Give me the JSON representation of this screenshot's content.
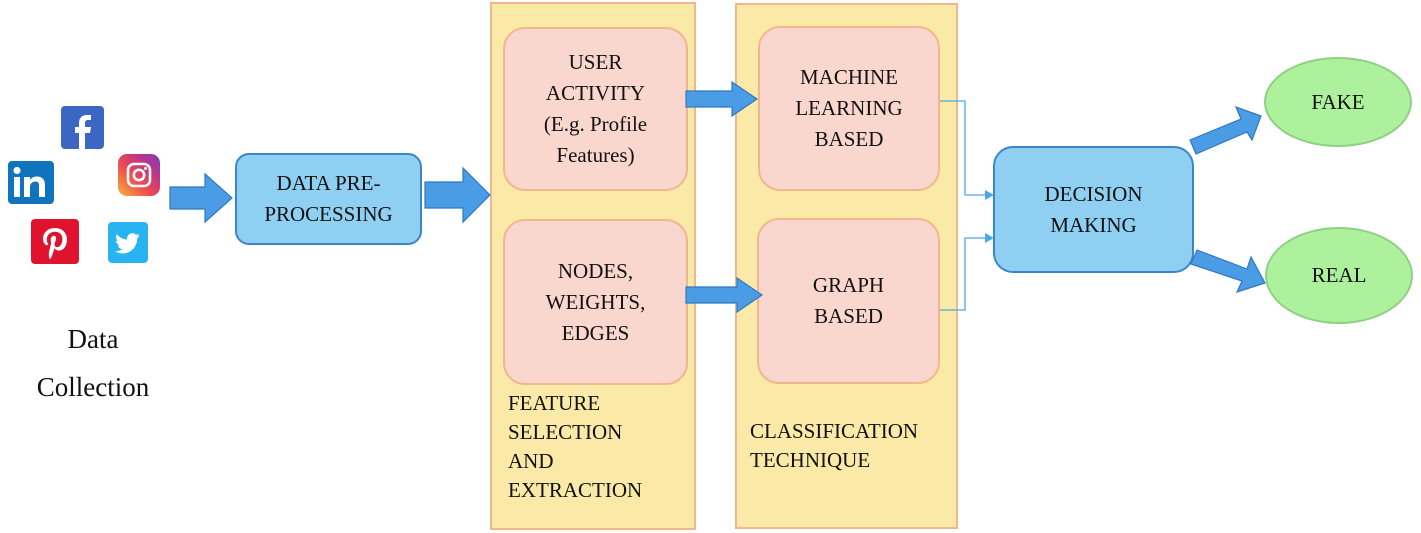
{
  "source": {
    "label": "Data\nCollection",
    "icons": [
      "facebook-icon",
      "linkedin-icon",
      "instagram-icon",
      "pinterest-icon",
      "twitter-icon"
    ]
  },
  "preprocess": {
    "label": "DATA PRE-\nPROCESSING"
  },
  "features": {
    "panel_label": "FEATURE\nSELECTION\nAND\nEXTRACTION",
    "user_activity": "USER\nACTIVITY\n(E.g. Profile\nFeatures)",
    "graph_features": "NODES,\nWEIGHTS,\nEDGES"
  },
  "classification": {
    "panel_label": "CLASSIFICATION\nTECHNIQUE",
    "ml": "MACHINE\nLEARNING\nBASED",
    "graph": "GRAPH\nBASED"
  },
  "decision": {
    "label": "DECISION\nMAKING"
  },
  "outputs": {
    "fake": "FAKE",
    "real": "REAL"
  },
  "colors": {
    "panel": "#fbe9a7",
    "panel_border": "#f2b68e",
    "pink_box": "#f9d7cf",
    "blue_box": "#8fd0f2",
    "blue_border": "#3a86c8",
    "green_ellipse": "#aef19c",
    "arrow": "#4a9de4"
  }
}
